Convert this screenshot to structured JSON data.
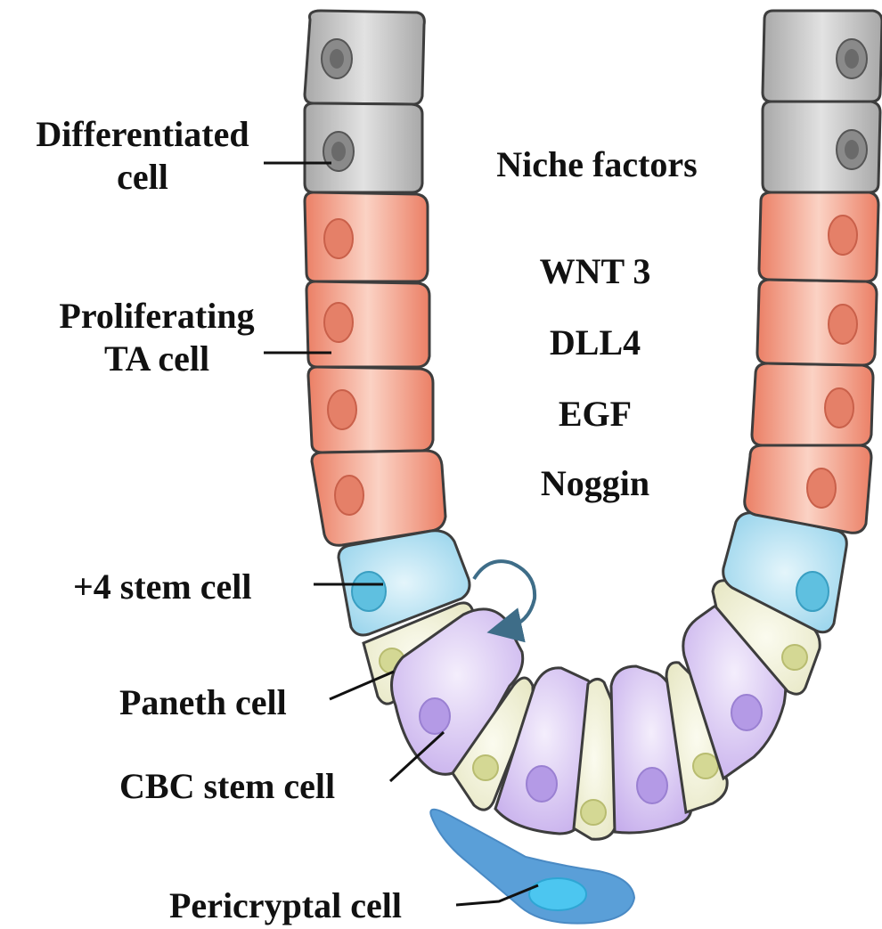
{
  "labels": {
    "differentiated_line1": "Differentiated",
    "differentiated_line2": "cell",
    "proliferating_line1": "Proliferating",
    "proliferating_line2": "TA cell",
    "plus4_stem": "+4 stem cell",
    "paneth": "Paneth cell",
    "cbc_stem": "CBC stem cell",
    "pericryptal": "Pericryptal cell"
  },
  "niche": {
    "title": "Niche factors",
    "factors": [
      "WNT 3",
      "DLL4",
      "EGF",
      "Noggin"
    ]
  },
  "colors": {
    "differentiated": "#c4c4c4",
    "differentiated_nucleus": "#7a7a7a",
    "ta_cell": "#f09a82",
    "ta_nucleus": "#e0735c",
    "plus4_stem": "#a9dcef",
    "plus4_nucleus": "#4fb7dc",
    "paneth": "#f1f0d6",
    "paneth_nucleus": "#d8dc9a",
    "cbc_stem": "#d6c4f0",
    "cbc_nucleus": "#b39ae6",
    "pericryptal": "#5a9fd8",
    "pericryptal_nucleus": "#4cc6f0",
    "self_renewal_arrow": "#3e6d88"
  }
}
